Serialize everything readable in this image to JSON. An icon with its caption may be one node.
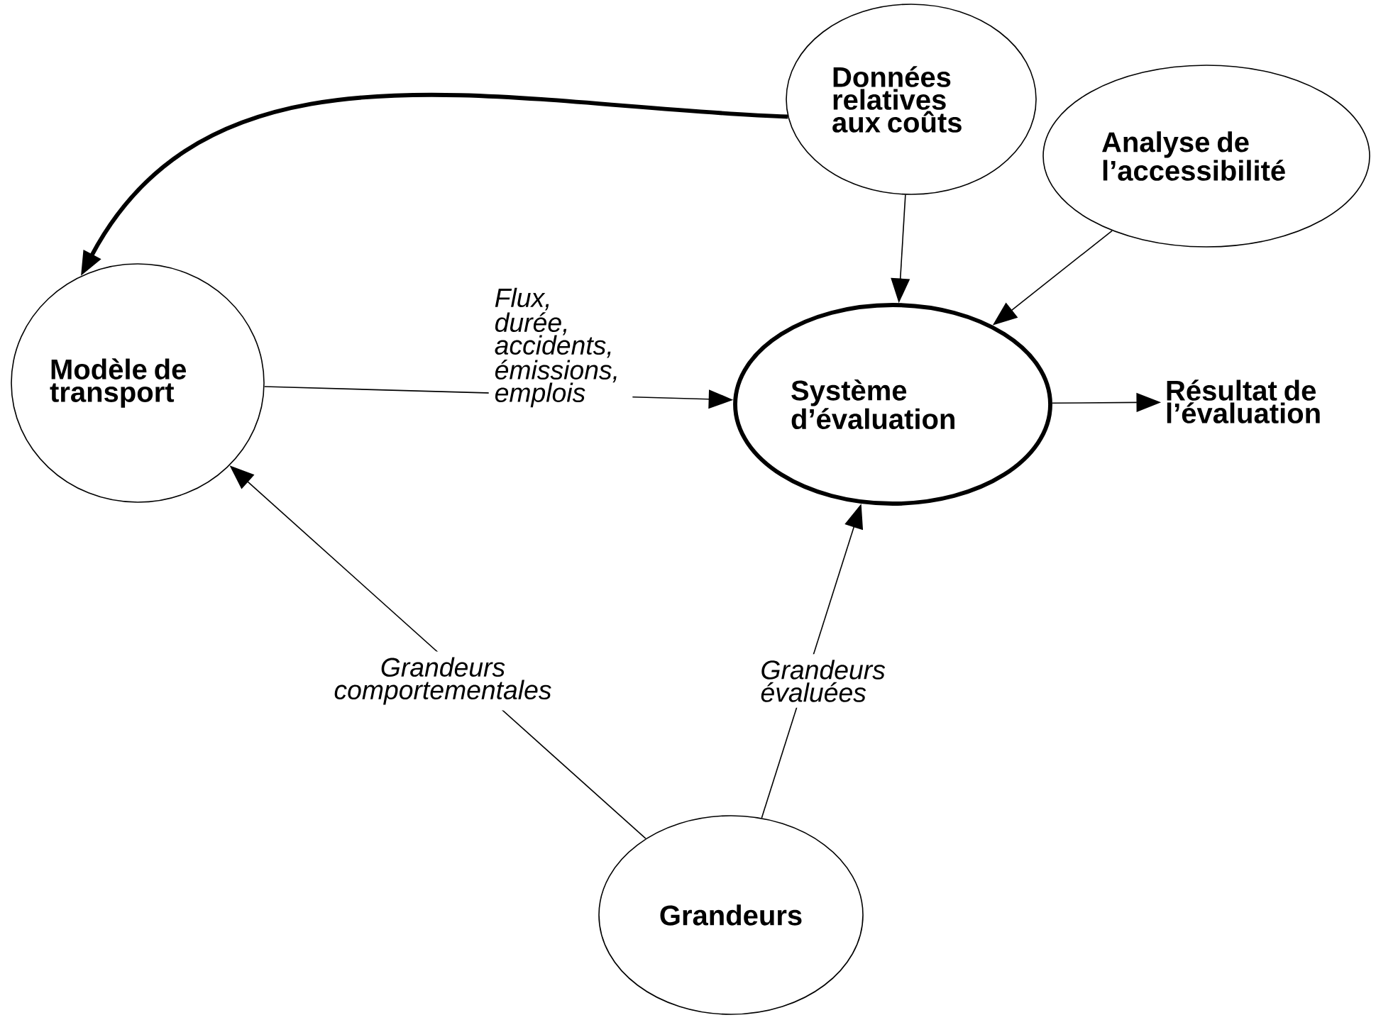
{
  "diagram": {
    "nodes": [
      {
        "text": [
          "Données relatives aux coûts"
        ]
      },
      {
        "text": [
          "Analyse de l’accessibilité"
        ]
      },
      {
        "text": [
          "Modèle de transport"
        ]
      },
      {
        "text": [
          "Système d’évaluation"
        ]
      },
      {
        "text": [
          "Résultat de l’évaluation"
        ]
      },
      {
        "text": [
          "Grandeurs"
        ]
      }
    ],
    "edges": [
      {
        "from": 0,
        "to": 2,
        "arrow": "to",
        "style": "thick"
      },
      {
        "from": 0,
        "to": 3,
        "arrow": "to"
      },
      {
        "from": 1,
        "to": 3,
        "arrow": "to"
      },
      {
        "from": 2,
        "to": 3,
        "arrow": "to",
        "label": "Flux, durée, accidents, émissions, emplois"
      },
      {
        "from": 3,
        "to": 4,
        "arrow": "to"
      },
      {
        "from": 5,
        "to": 2,
        "arrow": "to",
        "label": "Grandeurs comportementales"
      },
      {
        "from": 5,
        "to": 3,
        "arrow": "to",
        "label": "Grandeurs évaluées"
      }
    ]
  }
}
